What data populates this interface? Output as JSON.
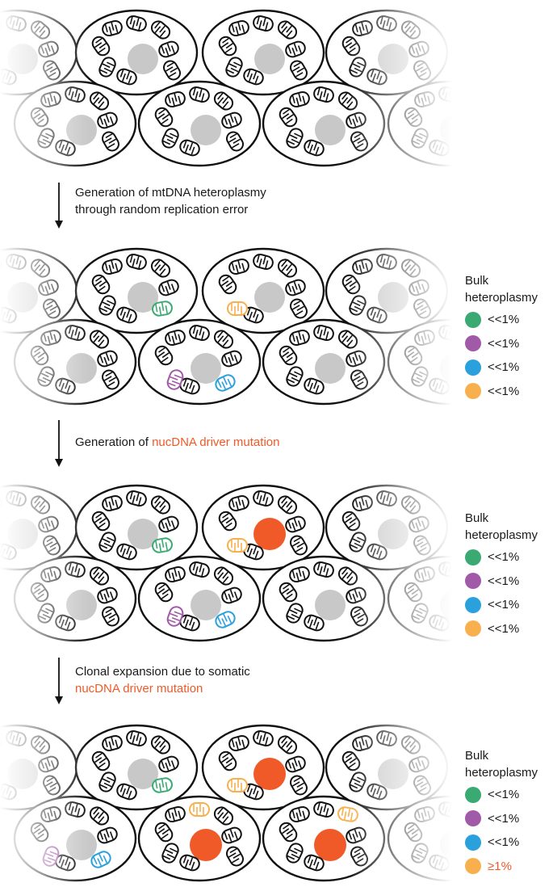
{
  "colors": {
    "outline": "#111111",
    "nucleus": "#c8c8c8",
    "driver": "#f05a28",
    "green": "#3aaa72",
    "purple": "#a05aa8",
    "blue": "#2aa0dc",
    "orange": "#f8b04e",
    "arrow": "#111111"
  },
  "steps": [
    {
      "line1": "Generation of mtDNA heteroplasmy",
      "line2": "through random replication error"
    },
    {
      "prefix": "Generation of ",
      "highlight": "nucDNA driver mutation"
    },
    {
      "line1": "Clonal expansion due to somatic",
      "highlight": "nucDNA driver mutation"
    }
  ],
  "legends": [
    {
      "title_1": "Bulk",
      "title_2": "heteroplasmy",
      "items": [
        {
          "color": "green",
          "label": "<<1%"
        },
        {
          "color": "purple",
          "label": "<<1%"
        },
        {
          "color": "blue",
          "label": "<<1%"
        },
        {
          "color": "orange",
          "label": "<<1%"
        }
      ]
    },
    {
      "title_1": "Bulk",
      "title_2": "heteroplasmy",
      "items": [
        {
          "color": "green",
          "label": "<<1%"
        },
        {
          "color": "purple",
          "label": "<<1%"
        },
        {
          "color": "blue",
          "label": "<<1%"
        },
        {
          "color": "orange",
          "label": "<<1%"
        }
      ]
    },
    {
      "title_1": "Bulk",
      "title_2": "heteroplasmy",
      "items": [
        {
          "color": "green",
          "label": "<<1%"
        },
        {
          "color": "purple",
          "label": "<<1%"
        },
        {
          "color": "blue",
          "label": "<<1%"
        },
        {
          "color": "orange",
          "label": "≥1%",
          "highlight": true
        }
      ]
    }
  ]
}
